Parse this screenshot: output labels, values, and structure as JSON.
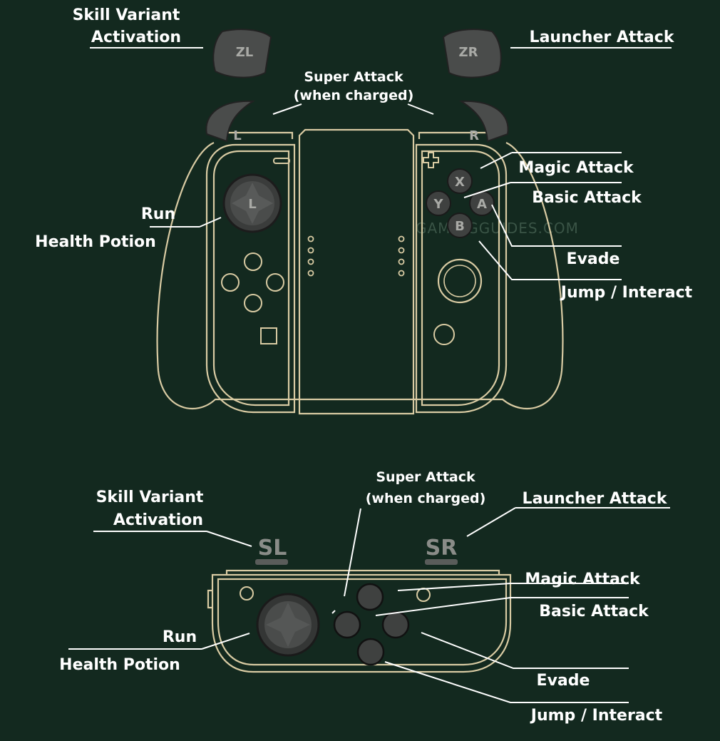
{
  "watermark": "GAMINGGUIDES.COM",
  "colors": {
    "background": "#13291f",
    "outline": "#d9cba3",
    "button": "#3f4140",
    "label": "#ffffff"
  },
  "top_controller": {
    "trigger_labels": {
      "zl": "ZL",
      "zr": "ZR",
      "l": "L",
      "r": "R"
    },
    "stick_label": "L",
    "face_buttons": {
      "x": "X",
      "y": "Y",
      "a": "A",
      "b": "B"
    },
    "icons": [
      "minus-icon",
      "plus-icon",
      "home-icon",
      "capture-icon"
    ],
    "labels": {
      "skill_variant_1": "Skill Variant",
      "skill_variant_2": "Activation",
      "launcher_attack": "Launcher Attack",
      "super_attack_1": "Super Attack",
      "super_attack_2": "(when charged)",
      "magic_attack": "Magic Attack",
      "basic_attack": "Basic Attack",
      "run": "Run",
      "health_potion": "Health Potion",
      "evade": "Evade",
      "jump_interact": "Jump / Interact"
    }
  },
  "bottom_controller": {
    "rail_labels": {
      "sl": "SL",
      "sr": "SR"
    },
    "labels": {
      "skill_variant_1": "Skill Variant",
      "skill_variant_2": "Activation",
      "launcher_attack": "Launcher Attack",
      "super_attack_1": "Super Attack",
      "super_attack_2": "(when charged)",
      "magic_attack": "Magic Attack",
      "basic_attack": "Basic Attack",
      "run": "Run",
      "health_potion": "Health Potion",
      "evade": "Evade",
      "jump_interact": "Jump / Interact"
    }
  }
}
